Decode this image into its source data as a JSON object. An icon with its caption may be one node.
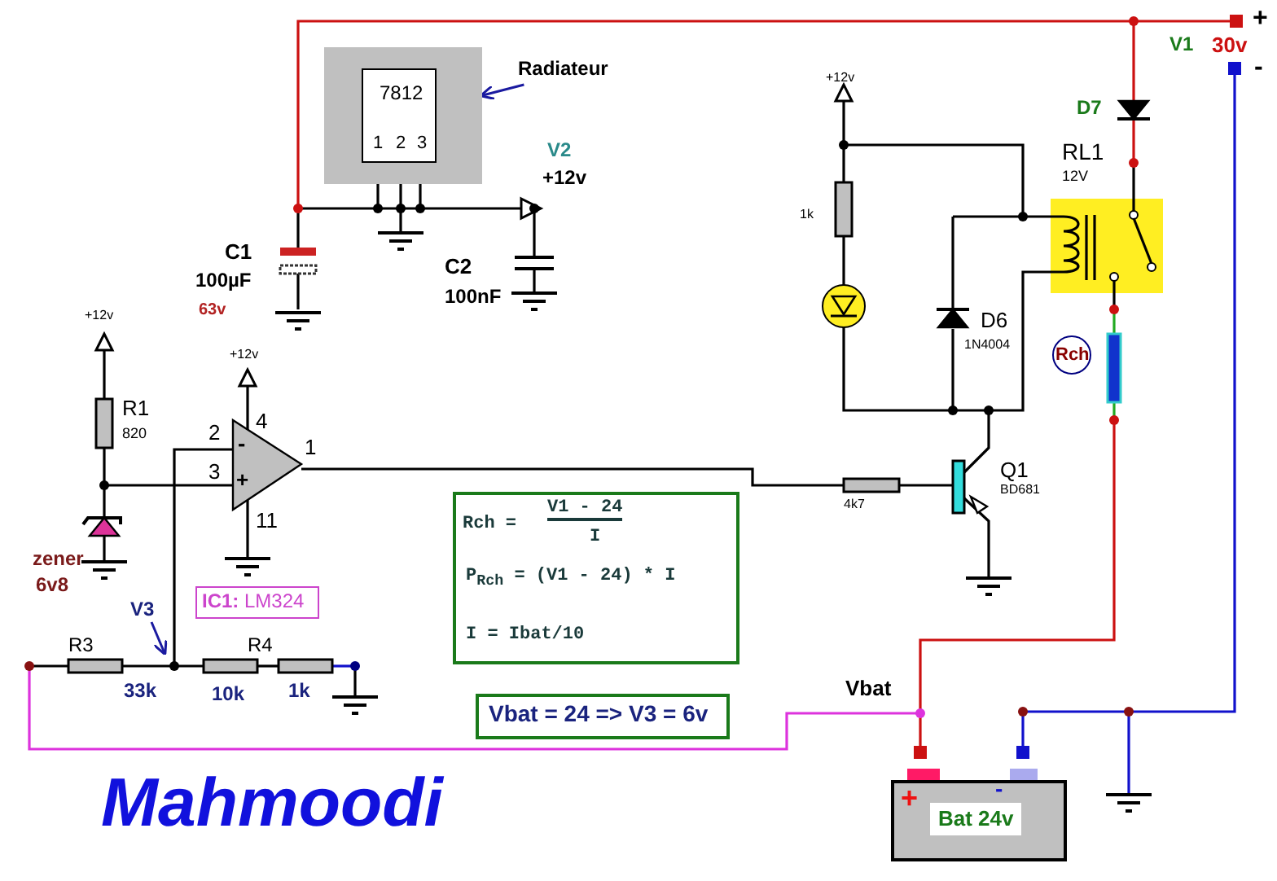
{
  "diagram": {
    "nodes": [
      {
        "text": [],
        "shape": "box"
      },
      {
        "text": [
          "7812"
        ],
        "in": 0
      },
      {
        "text": [
          "Radiateur"
        ]
      },
      {
        "text": [
          "RL1",
          "12V"
        ]
      },
      {
        "text": [
          "Rch"
        ]
      },
      {
        "text": [
          "**IC1:** LM324"
        ]
      },
      {
        "text": [
          "Rch =",
          "V1 - 24",
          "I",
          "P$_{Rch}$ = (V1 - 24) * I",
          "I = Ibat/10"
        ]
      },
      {
        "text": [
          "Vbat = 24 => V3 = 6v"
        ]
      },
      {
        "text": [
          "+",
          "-",
          "Bat 24v"
        ]
      },
      {
        "text": [
          "V3"
        ]
      }
    ],
    "edges": [
      {
        "from": 2,
        "to": 0,
        "arrow": "to"
      },
      {
        "from": 9,
        "to": null,
        "arrow": "to"
      }
    ],
    "labels": [
      "C1",
      "100µF",
      "63v",
      "C2",
      "100nF",
      "V2",
      "+12v",
      "1",
      "2",
      "3",
      "+12v",
      "+12v",
      "+12v",
      "R1",
      "820",
      "2",
      "3",
      "4",
      "-",
      "+",
      "1",
      "11",
      "zener",
      "6v8",
      "1k",
      "D6",
      "1N4004",
      "D7",
      "V1",
      "30v",
      "+",
      "-",
      "Q1",
      "BD681",
      "4k7",
      "R3",
      "33k",
      "R4",
      "10k",
      "1k",
      "Vbat",
      "Mahmoodi"
    ]
  }
}
